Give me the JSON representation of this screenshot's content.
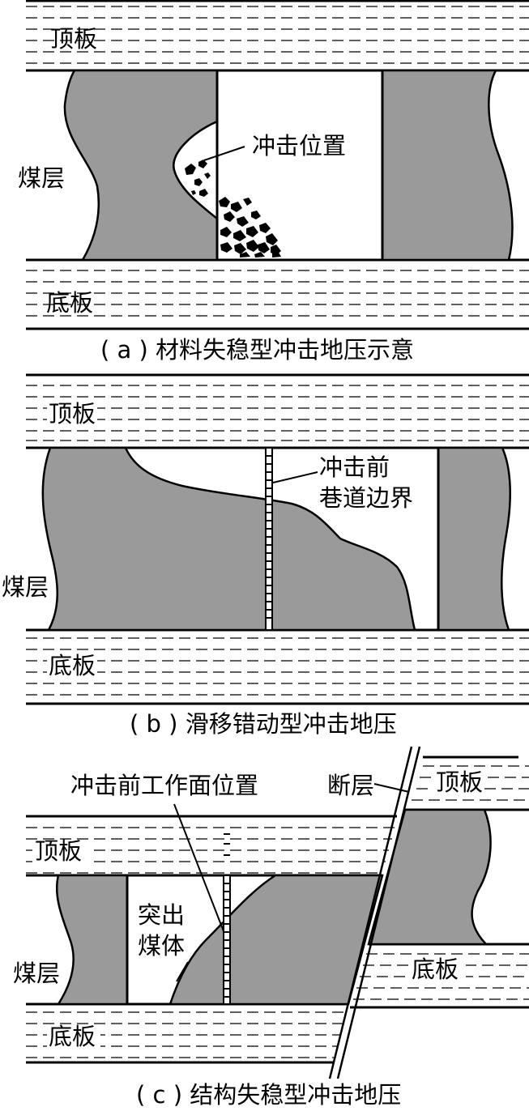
{
  "panel_a": {
    "roof_label": "顶板",
    "seam_label": "煤层",
    "floor_label": "底板",
    "annotation": "冲击位置",
    "caption": "( a ) 材料失稳型冲击地压示意"
  },
  "panel_b": {
    "roof_label": "顶板",
    "seam_label": "煤层",
    "floor_label": "底板",
    "annotation_line1": "冲击前",
    "annotation_line2": "巷道边界",
    "caption": "( b ) 滑移错动型冲击地压"
  },
  "panel_c": {
    "face_annotation": "冲击前工作面位置",
    "fault_label": "断层",
    "roof_left_label": "顶板",
    "roof_right_label": "顶板",
    "outburst_line1": "突出",
    "outburst_line2": "煤体",
    "seam_label": "煤层",
    "floor_left_label": "底板",
    "floor_right_label": "底板",
    "caption": "( c ) 结构失稳型冲击地压"
  },
  "colors": {
    "coal": "#9a9a9a",
    "line": "#000000",
    "background": "#ffffff"
  }
}
